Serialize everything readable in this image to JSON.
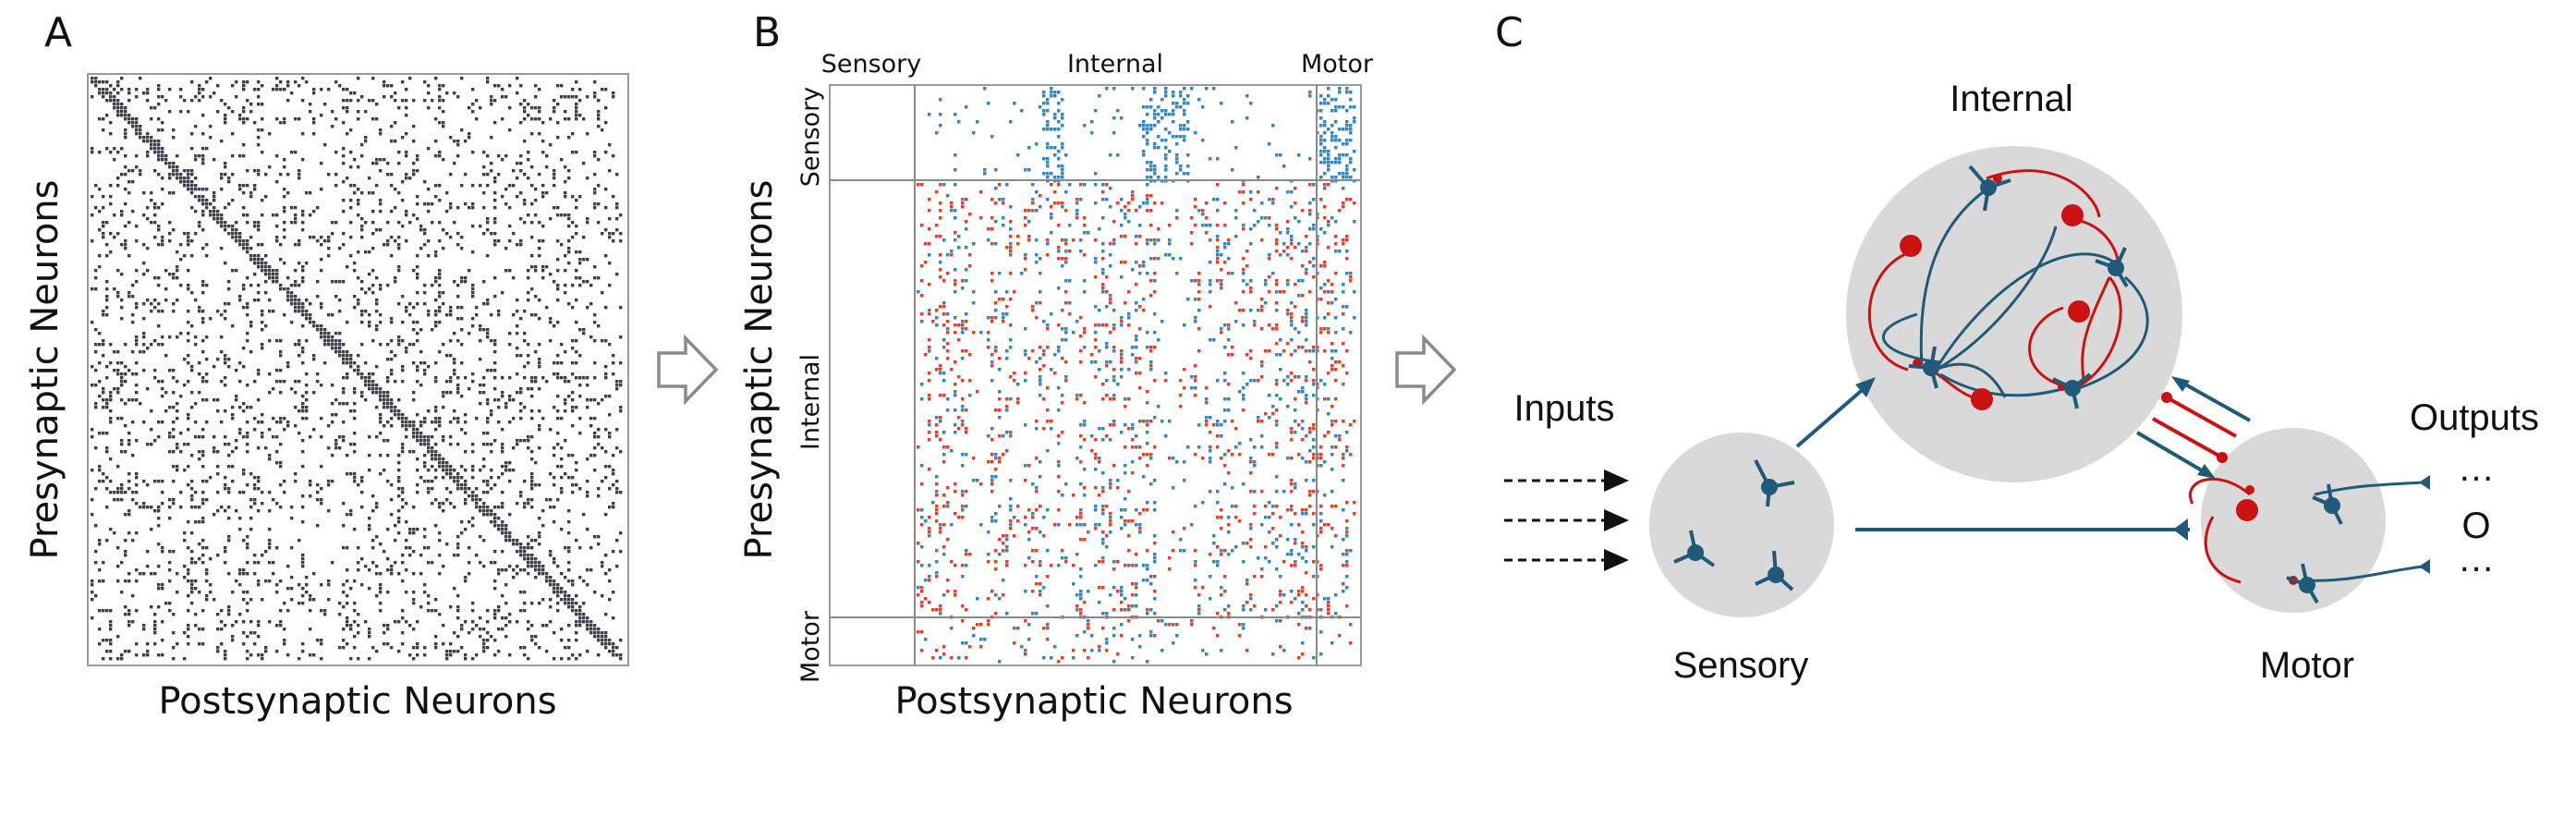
{
  "panels": {
    "a": {
      "letter": "A",
      "ylabel": "Presynaptic Neurons",
      "xlabel": "Postsynaptic Neurons"
    },
    "b": {
      "letter": "B",
      "ylabel": "Presynaptic Neurons",
      "xlabel": "Postsynaptic Neurons",
      "top_groups": [
        "Sensory",
        "Internal",
        "Motor"
      ],
      "side_groups": [
        "Sensory",
        "Internal",
        "Motor"
      ]
    },
    "c": {
      "letter": "C",
      "nodes": {
        "internal": "Internal",
        "sensory": "Sensory",
        "motor": "Motor"
      },
      "inputs_label": "Inputs",
      "outputs_label": "Outputs",
      "output_items": [
        "…",
        "O",
        "…"
      ]
    }
  },
  "colors": {
    "ink": "#3a3f4a",
    "excitatory": "#3a86b8",
    "inhibitory": "#d9472b",
    "neuron_blue": "#1f5a7a",
    "neuron_red": "#cc1111",
    "node_fill": "#d9d9d9",
    "arrow_outline": "#8a8a8a"
  }
}
